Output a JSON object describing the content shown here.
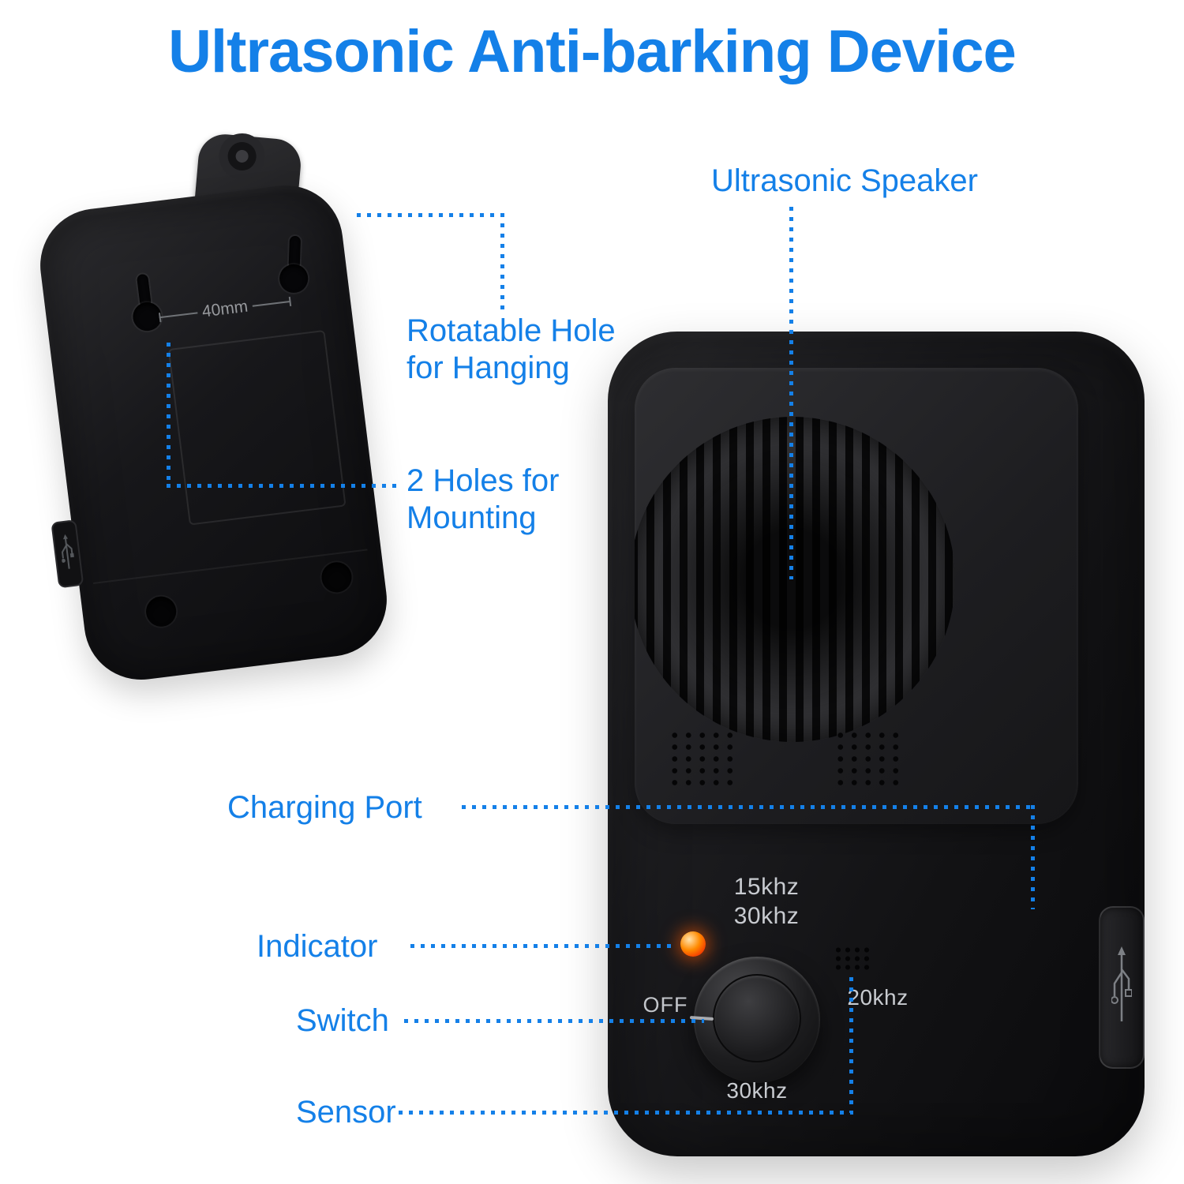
{
  "title": "Ultrasonic Anti-barking Device",
  "colors": {
    "accent": "#1480E8",
    "led": "#F43B00",
    "device": "#141416"
  },
  "annotations": {
    "ultrasonic_speaker": "Ultrasonic Speaker",
    "rotatable_hole": "Rotatable Hole for Hanging",
    "mounting_holes": "2 Holes for Mounting",
    "charging_port": "Charging Port",
    "indicator": "Indicator",
    "switch": "Switch",
    "sensor": "Sensor"
  },
  "back_view": {
    "dimension": "40mm"
  },
  "front_view": {
    "freq_label_top_line1": "15khz",
    "freq_label_top_line2": "30khz",
    "off_label": "OFF",
    "freq_label_right": "20khz",
    "freq_label_bottom": "30khz"
  }
}
